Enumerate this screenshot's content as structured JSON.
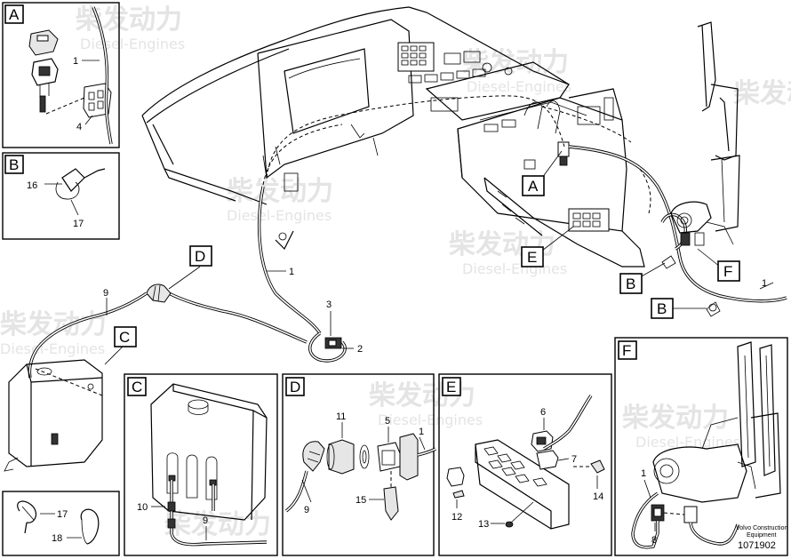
{
  "watermark": {
    "chinese": "柴发动力",
    "english": "Diesel-Engines"
  },
  "callouts": {
    "main_A": "A",
    "main_B1": "B",
    "main_B2": "B",
    "main_C": "C",
    "main_D": "D",
    "main_E": "E",
    "main_F": "F"
  },
  "panels": {
    "A": {
      "letter": "A",
      "labels": {
        "p1": "1",
        "p4": "4"
      }
    },
    "B": {
      "letter": "B",
      "labels": {
        "p16": "16",
        "p17": "17"
      }
    },
    "tie": {
      "labels": {
        "p17": "17",
        "p18": "18"
      }
    },
    "C": {
      "letter": "C",
      "labels": {
        "p10": "10",
        "p9": "9"
      }
    },
    "D": {
      "letter": "D",
      "labels": {
        "p11": "11",
        "p5": "5",
        "p1": "1",
        "p9": "9",
        "p15": "15"
      }
    },
    "E": {
      "letter": "E",
      "labels": {
        "p6": "6",
        "p7": "7",
        "p12": "12",
        "p13": "13",
        "p14": "14"
      }
    },
    "F": {
      "letter": "F",
      "labels": {
        "p1": "1",
        "p8": "8"
      }
    }
  },
  "main_labels": {
    "m1a": "1",
    "m1b": "1",
    "m2": "2",
    "m3": "3",
    "m9": "9"
  },
  "footer": {
    "company": "Volvo Construction",
    "company2": "Equipment",
    "drawing_number": "1071902"
  }
}
